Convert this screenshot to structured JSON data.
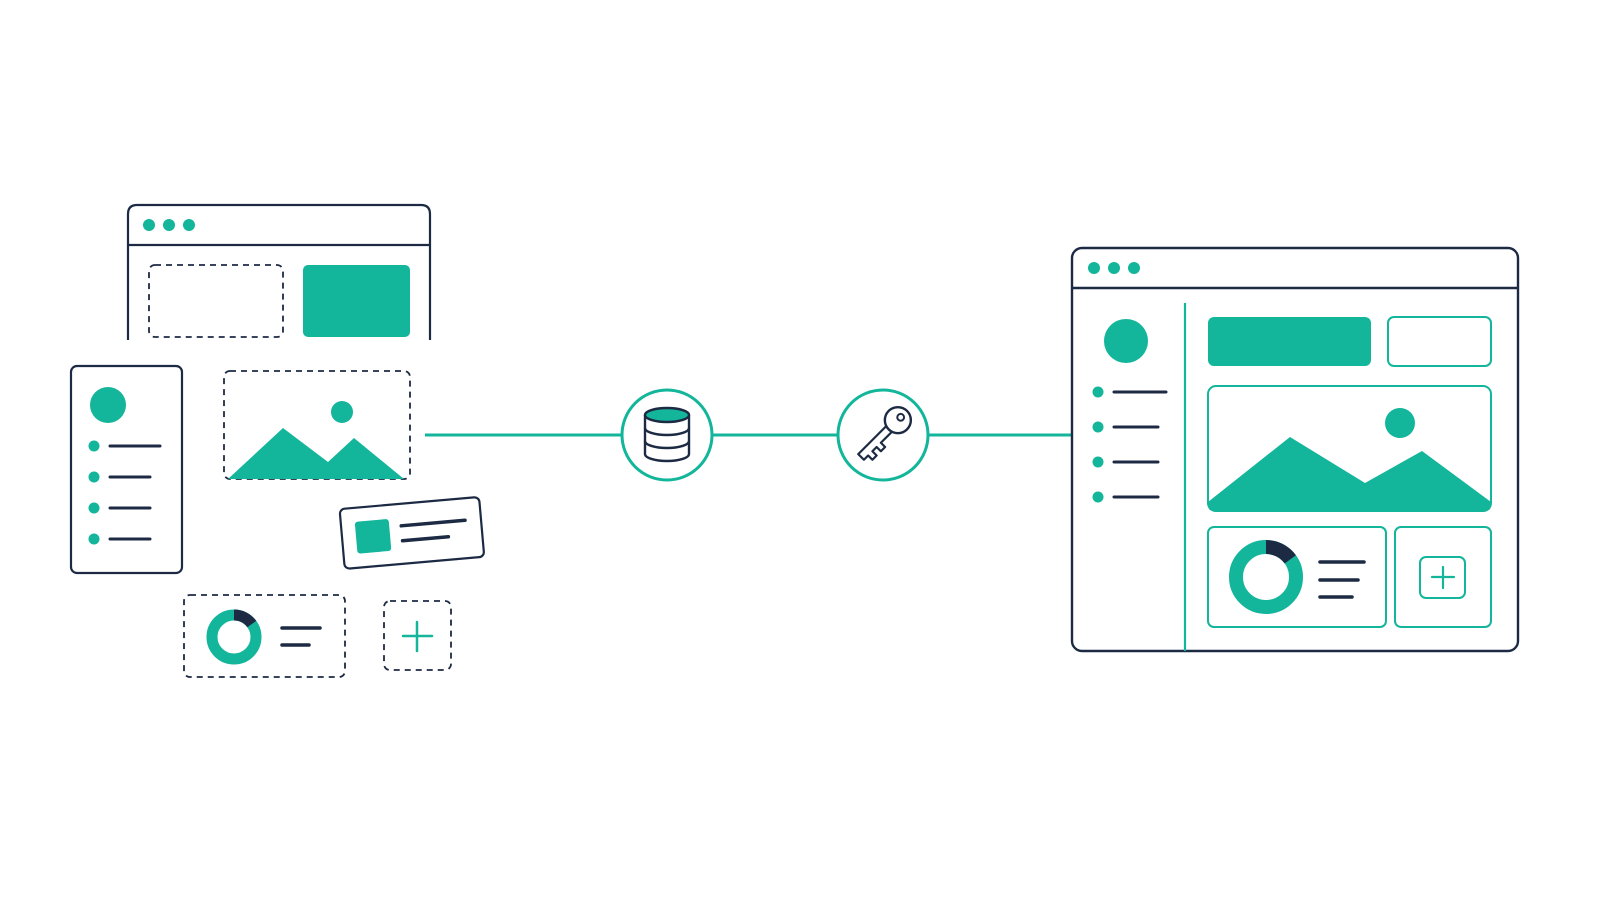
{
  "colors": {
    "teal": "#13b59b",
    "navy": "#1d2a44",
    "background": "#ffffff"
  },
  "icons": {
    "pipeline_node_1": "database-icon",
    "pipeline_node_2": "key-icon",
    "add_widget": "plus-icon",
    "image_widget": "mountain-image-icon"
  },
  "widgets": {
    "sidebar_list_items": 4,
    "assembled_sidebar_list_items": 4,
    "window_dots": 3,
    "donut_fill_percent": 85
  }
}
